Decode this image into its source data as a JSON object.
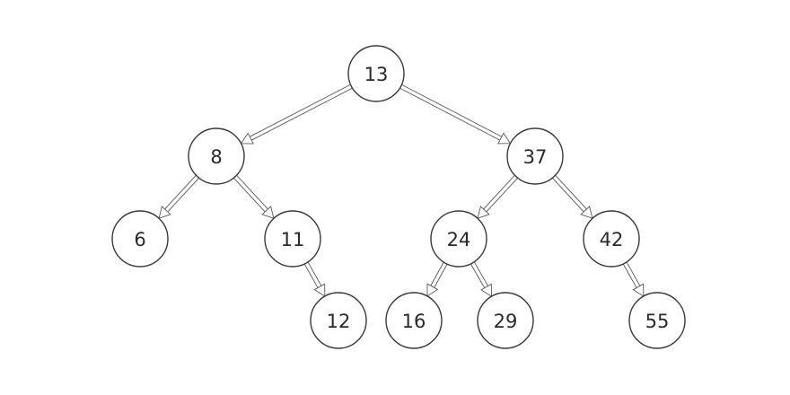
{
  "colors": {
    "background": "#ffffff",
    "node_stroke": "#3a3a3a",
    "edge_stroke": "#5a5a5a",
    "text": "#2a2a2a"
  },
  "tree": {
    "nodes": [
      {
        "id": "n13",
        "label": "13"
      },
      {
        "id": "n8",
        "label": "8"
      },
      {
        "id": "n37",
        "label": "37"
      },
      {
        "id": "n6",
        "label": "6"
      },
      {
        "id": "n11",
        "label": "11"
      },
      {
        "id": "n24",
        "label": "24"
      },
      {
        "id": "n42",
        "label": "42"
      },
      {
        "id": "n12",
        "label": "12"
      },
      {
        "id": "n16",
        "label": "16"
      },
      {
        "id": "n29",
        "label": "29"
      },
      {
        "id": "n55",
        "label": "55"
      }
    ],
    "edges": [
      {
        "from": "n13",
        "to": "n8"
      },
      {
        "from": "n13",
        "to": "n37"
      },
      {
        "from": "n8",
        "to": "n6"
      },
      {
        "from": "n8",
        "to": "n11"
      },
      {
        "from": "n11",
        "to": "n12"
      },
      {
        "from": "n37",
        "to": "n24"
      },
      {
        "from": "n37",
        "to": "n42"
      },
      {
        "from": "n24",
        "to": "n16"
      },
      {
        "from": "n24",
        "to": "n29"
      },
      {
        "from": "n42",
        "to": "n55"
      }
    ]
  }
}
